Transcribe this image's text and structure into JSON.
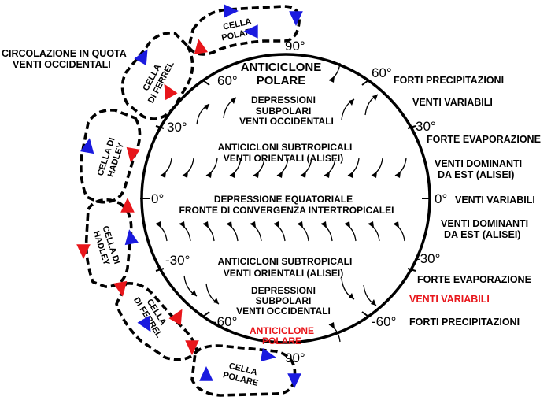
{
  "poles": {
    "north": "90°",
    "south": "90°"
  },
  "latitudes": {
    "left": [
      "60°",
      "30°",
      "0°",
      "-30°",
      "-60°"
    ],
    "right": [
      "60°",
      "30°",
      "0°",
      "-30°",
      "-60°"
    ]
  },
  "zones": {
    "polar_high_north": [
      "ANTICICLONE",
      "POLARE"
    ],
    "subpolar_north": [
      "DEPRESSIONI",
      "SUBPOLARI",
      "VENTI OCCIDENTALI"
    ],
    "subtropical_north": [
      "ANTICICLONI SUBTROPICALI",
      "VENTI ORIENTALI (ALISEI)"
    ],
    "equatorial": [
      "DEPRESSIONE EQUATORIALE",
      "FRONTE DI CONVERGENZA INTERTROPICALEI"
    ],
    "subtropical_south": [
      "ANTICICLONI SUBTROPICALI",
      "VENTI ORIENTALI (ALISEI)"
    ],
    "subpolar_south": [
      "DEPRESSIONI",
      "SUBPOLARI",
      "VENTI OCCIDENTALI"
    ],
    "polar_high_south": [
      "ANTICICLONE",
      "POLARE"
    ]
  },
  "cells": {
    "polar_north": [
      "CELLA",
      "POLARE"
    ],
    "ferrel_north": [
      "CELLA",
      "DI FERREL"
    ],
    "hadley_north": [
      "CELLA DI",
      "HADLEY"
    ],
    "hadley_south": [
      "CELLA DI",
      "HADLEY"
    ],
    "ferrel_south": [
      "CELLA",
      "DI FERREL"
    ],
    "polar_south": [
      "CELLA",
      "POLARE"
    ]
  },
  "upper_air": [
    "CIRCOLAZIONE IN QUOTA",
    "VENTI OCCIDENTALI"
  ],
  "right_labels": {
    "r1": "FORTI PRECIPITAZIONI",
    "r2": "VENTI VARIABILI",
    "r3": "FORTE EVAPORAZIONE",
    "r4": [
      "VENTI DOMINANTI",
      "DA EST (ALISEI)"
    ],
    "r5": "VENTI VARIABILI",
    "r6": [
      "VENTI DOMINANTI",
      "DA EST (ALISEI)"
    ],
    "r7": "FORTE EVAPORAZIONE",
    "r8": "VENTI VARIABILI",
    "r9": "FORTI PRECIPITAZIONI"
  },
  "colors": {
    "ring": "#000000",
    "red_arrow": "#e8161b",
    "blue_arrow": "#1a1adf",
    "highlight_text": "#e8161b"
  },
  "icons": [
    "air-flow-arrow-red",
    "air-flow-arrow-blue",
    "wind-curl-arrow"
  ]
}
